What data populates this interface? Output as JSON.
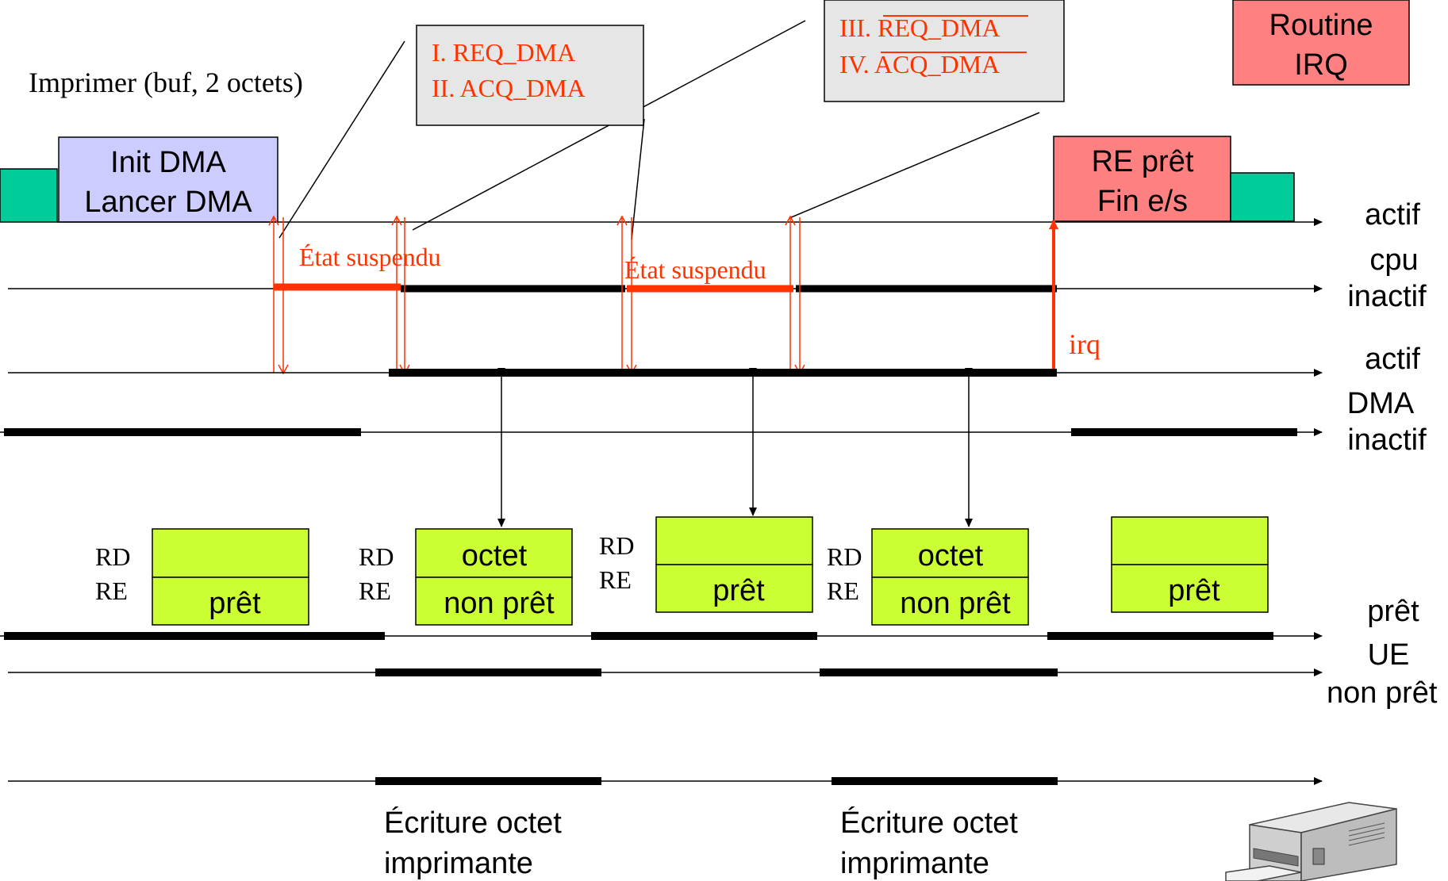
{
  "call_label": "Imprimer (buf, 2 octets)",
  "boxes": {
    "init_dma": [
      "Init DMA",
      "Lancer DMA"
    ],
    "signals_1": [
      "I. REQ_DMA",
      "II. ACQ_DMA"
    ],
    "signals_2": [
      "III. REQ_DMA",
      "IV. ACQ_DMA"
    ],
    "routine_irq": [
      "Routine",
      "IRQ"
    ],
    "re_pret": [
      "RE prêt",
      "Fin e/s"
    ]
  },
  "states": {
    "suspended_1": "État suspendu",
    "suspended_2": "État suspendu",
    "irq": "irq"
  },
  "cpu_labels": {
    "top": "actif",
    "mid": "cpu",
    "bottom": "inactif"
  },
  "dma_labels": {
    "top": "actif",
    "mid": "DMA",
    "bottom": "inactif"
  },
  "ue_labels": {
    "top": "prêt",
    "mid": "UE",
    "bottom": "non prêt"
  },
  "registers": [
    {
      "rd": "RD",
      "re": "RE",
      "top": "",
      "bottom": "prêt"
    },
    {
      "rd": "RD",
      "re": "RE",
      "top": "octet",
      "bottom": "non prêt"
    },
    {
      "rd": "RD",
      "re": "RE",
      "top": "",
      "bottom": "prêt"
    },
    {
      "rd": "RD",
      "re": "RE",
      "top": "octet",
      "bottom": "non prêt"
    },
    {
      "rd": "",
      "re": "",
      "top": "",
      "bottom": "prêt"
    }
  ],
  "writes": [
    [
      "Écriture octet",
      "imprimante"
    ],
    [
      "Écriture octet",
      "imprimante"
    ]
  ],
  "colors": {
    "lavender": "#ccccff",
    "teal": "#00cc99",
    "grey_box": "#e6e6e6",
    "pink": "#ff8080",
    "lime": "#ccff33",
    "red": "#ff3300"
  }
}
